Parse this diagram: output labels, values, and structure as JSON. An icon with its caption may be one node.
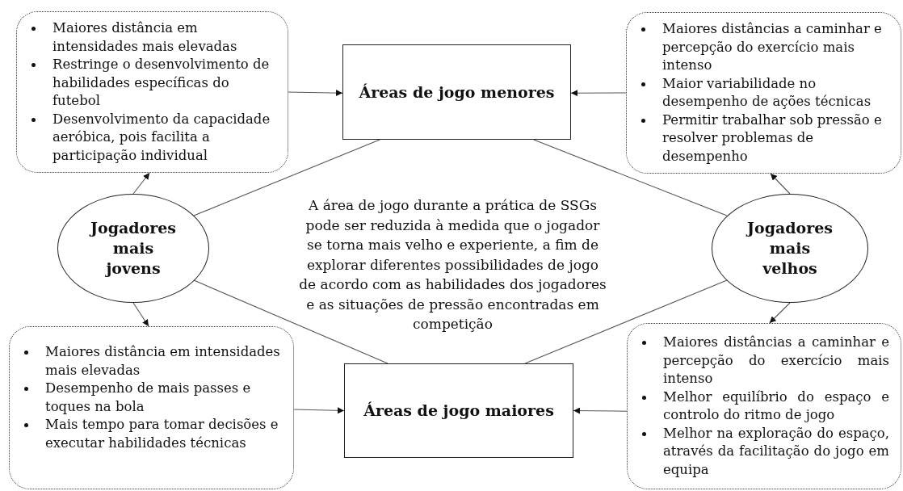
{
  "diagram": {
    "nodes": [
      {
        "text": [
          "Maiores distância em intensidades mais elevadas",
          "Restringe o desenvolvimento de habilidades específicas do futebol",
          "Desenvolvimento da capacidade aeróbica, pois facilita a participação individual"
        ]
      },
      {
        "text": [
          "Áreas de jogo menores"
        ]
      },
      {
        "text": [
          "Maiores distâncias a caminhar e percepção do exercício mais intenso",
          "Maior variabilidade no desempenho de ações técnicas",
          "Permitir trabalhar sob pressão e resolver problemas de desempenho"
        ]
      },
      {
        "text": [
          "Jogadores mais jovens"
        ]
      },
      {
        "text": [
          "Jogadores mais velhos"
        ]
      },
      {
        "text": [
          "Maiores distância em intensidades mais elevadas",
          "Desempenho de mais passes e toques na bola",
          "Mais tempo para tomar decisões e executar habilidades técnicas"
        ]
      },
      {
        "text": [
          "Áreas de jogo maiores"
        ]
      },
      {
        "text": [
          "Maiores distâncias a caminhar e percepção do exercício mais intenso",
          "Melhor equilíbrio do espaço e controlo do ritmo de jogo",
          "Melhor na exploração do espaço, através da facilitação do jogo em equipa"
        ]
      }
    ],
    "edges": [
      {
        "from": 0,
        "to": 1,
        "arrow": "to"
      },
      {
        "from": 2,
        "to": 1,
        "arrow": "to"
      },
      {
        "from": 3,
        "to": 0,
        "arrow": "to"
      },
      {
        "from": 4,
        "to": 2,
        "arrow": "to"
      },
      {
        "from": 3,
        "to": 1,
        "arrow": "none"
      },
      {
        "from": 4,
        "to": 1,
        "arrow": "none"
      },
      {
        "from": 3,
        "to": 6,
        "arrow": "none"
      },
      {
        "from": 4,
        "to": 6,
        "arrow": "none"
      },
      {
        "from": 3,
        "to": 5,
        "arrow": "to"
      },
      {
        "from": 4,
        "to": 7,
        "arrow": "to"
      },
      {
        "from": 5,
        "to": 6,
        "arrow": "to"
      },
      {
        "from": 7,
        "to": 6,
        "arrow": "to"
      }
    ],
    "labels": [
      "A área de jogo durante a prática de SSGs pode ser reduzida à medida que o jogador se torna mais velho e experiente, a fim de explorar diferentes possibilidades de jogo de acordo com as habilidades dos jogadores e as situações de pressão encontradas em competição"
    ]
  }
}
